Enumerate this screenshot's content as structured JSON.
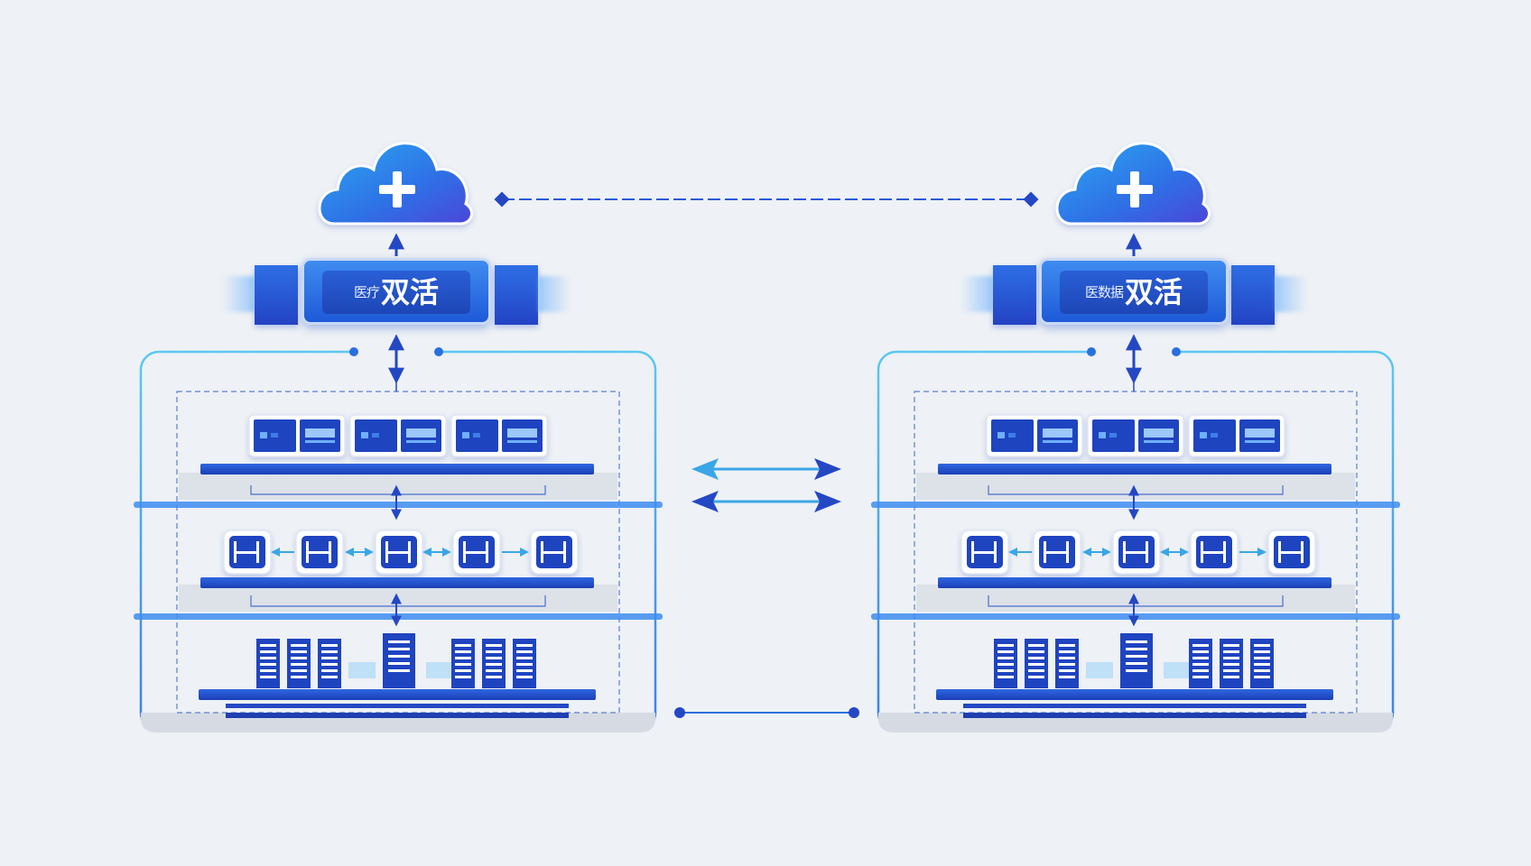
{
  "colors": {
    "background": "#eef1f5",
    "primary": "#1f4fcf",
    "accent": "#3d8df0",
    "light": "#52b6f2"
  },
  "sites": [
    {
      "label_small": "医疗",
      "label_big": "双活"
    },
    {
      "label_small": "医数据",
      "label_big": "双活"
    }
  ],
  "icons": [
    "cloud-plus-icon",
    "server-icon",
    "database-icon",
    "storage-rack-icon"
  ]
}
